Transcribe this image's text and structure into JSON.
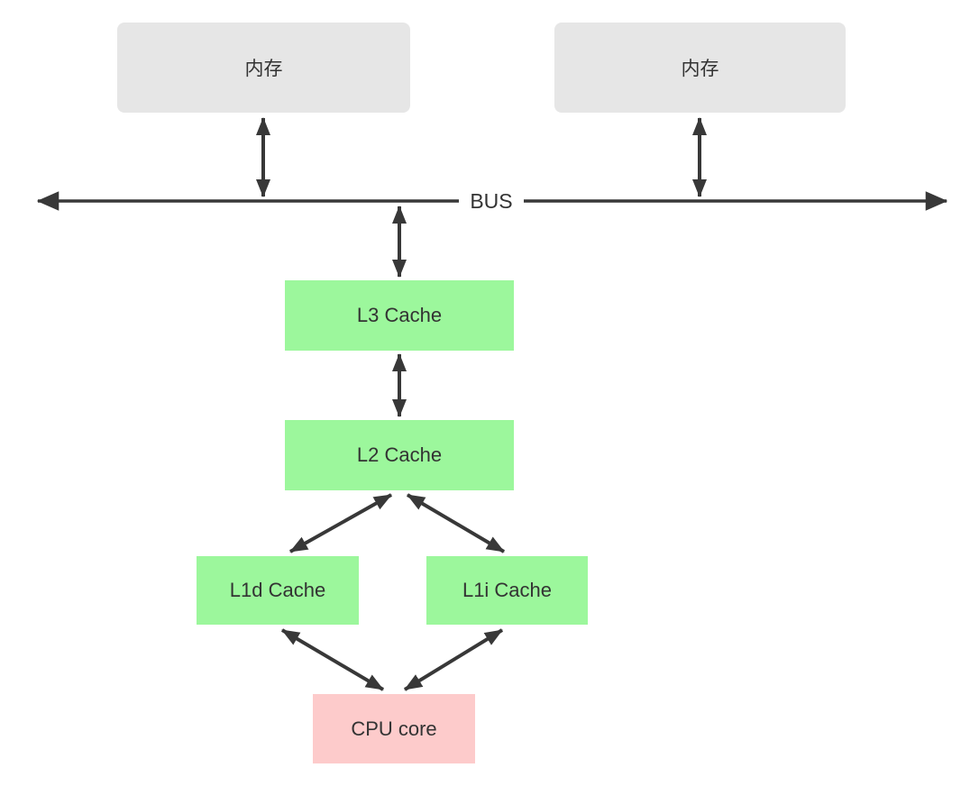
{
  "diagram": {
    "bus_label": "BUS",
    "nodes": {
      "memory_left": {
        "label": "内存",
        "type": "memory"
      },
      "memory_right": {
        "label": "内存",
        "type": "memory"
      },
      "l3": {
        "label": "L3 Cache",
        "type": "cache"
      },
      "l2": {
        "label": "L2 Cache",
        "type": "cache"
      },
      "l1d": {
        "label": "L1d Cache",
        "type": "cache"
      },
      "l1i": {
        "label": "L1i Cache",
        "type": "cache"
      },
      "cpu_core": {
        "label": "CPU core",
        "type": "cpu"
      }
    },
    "edges": [
      {
        "from": "memory_left",
        "to": "bus",
        "bidirectional": true
      },
      {
        "from": "memory_right",
        "to": "bus",
        "bidirectional": true
      },
      {
        "from": "bus",
        "to": "l3",
        "bidirectional": true
      },
      {
        "from": "l3",
        "to": "l2",
        "bidirectional": true
      },
      {
        "from": "l2",
        "to": "l1d",
        "bidirectional": true
      },
      {
        "from": "l2",
        "to": "l1i",
        "bidirectional": true
      },
      {
        "from": "l1d",
        "to": "cpu_core",
        "bidirectional": true
      },
      {
        "from": "l1i",
        "to": "cpu_core",
        "bidirectional": true
      }
    ],
    "colors": {
      "memory_fill": "#e6e6e6",
      "cache_fill": "#9cf79c",
      "cpu_fill": "#fdcbcb",
      "arrow": "#383838",
      "text": "#333333",
      "background": "#ffffff"
    }
  }
}
